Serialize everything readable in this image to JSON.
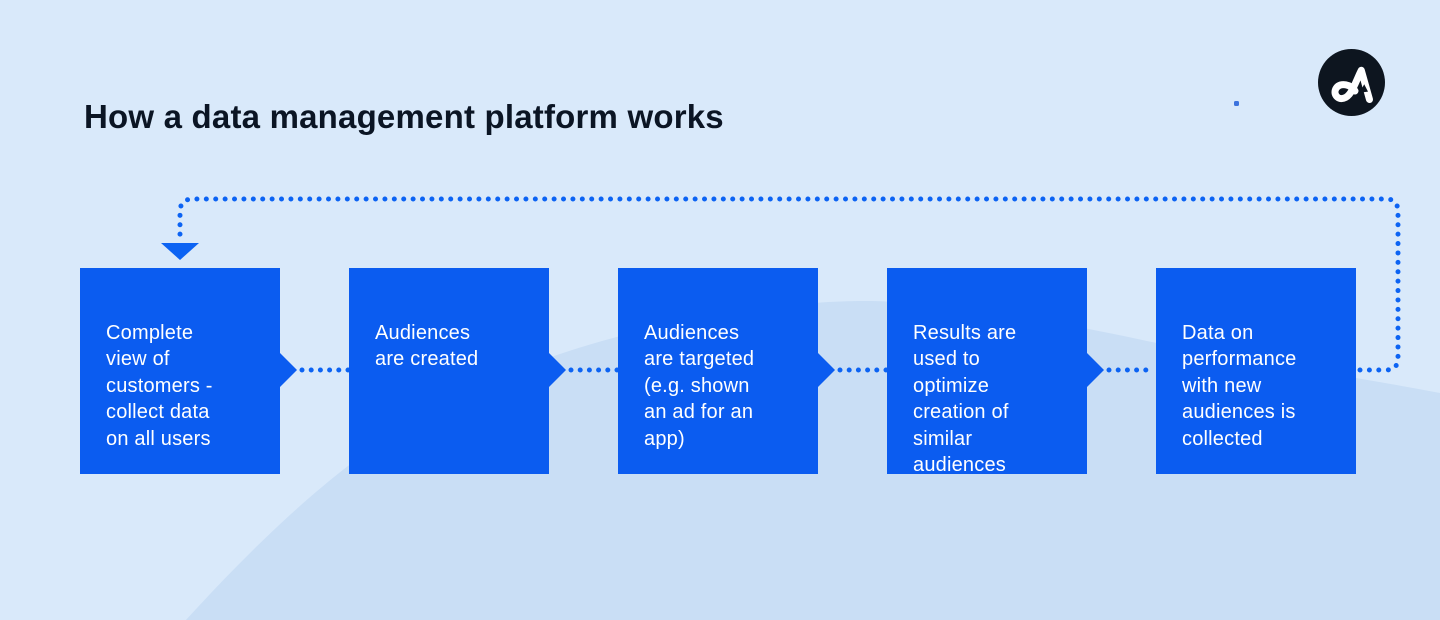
{
  "page": {
    "title": "How a data management platform works"
  },
  "brand": {
    "logo_icon": "adjust-logo-icon",
    "logo_bg_color": "#0d151f",
    "logo_glyph_color": "#ffffff"
  },
  "colors": {
    "background": "#d9e9fa",
    "background_wave": "#c9def5",
    "step_box": "#0b5cf0",
    "step_text": "#ffffff",
    "dotted_line": "#0c63f3",
    "title_text": "#0b1524"
  },
  "flow": {
    "steps": [
      {
        "label": "Complete\nview of\ncustomers -\ncollect data\non all users"
      },
      {
        "label": "Audiences\nare created"
      },
      {
        "label": "Audiences\nare targeted\n(e.g. shown\nan ad for an\napp)"
      },
      {
        "label": "Results are\nused to\noptimize\ncreation of\nsimilar\naudiences"
      },
      {
        "label": "Data on\nperformance\nwith new\naudiences is\ncollected"
      }
    ],
    "connection_style": "dotted",
    "feedback_loop": "from last step back to first step"
  }
}
